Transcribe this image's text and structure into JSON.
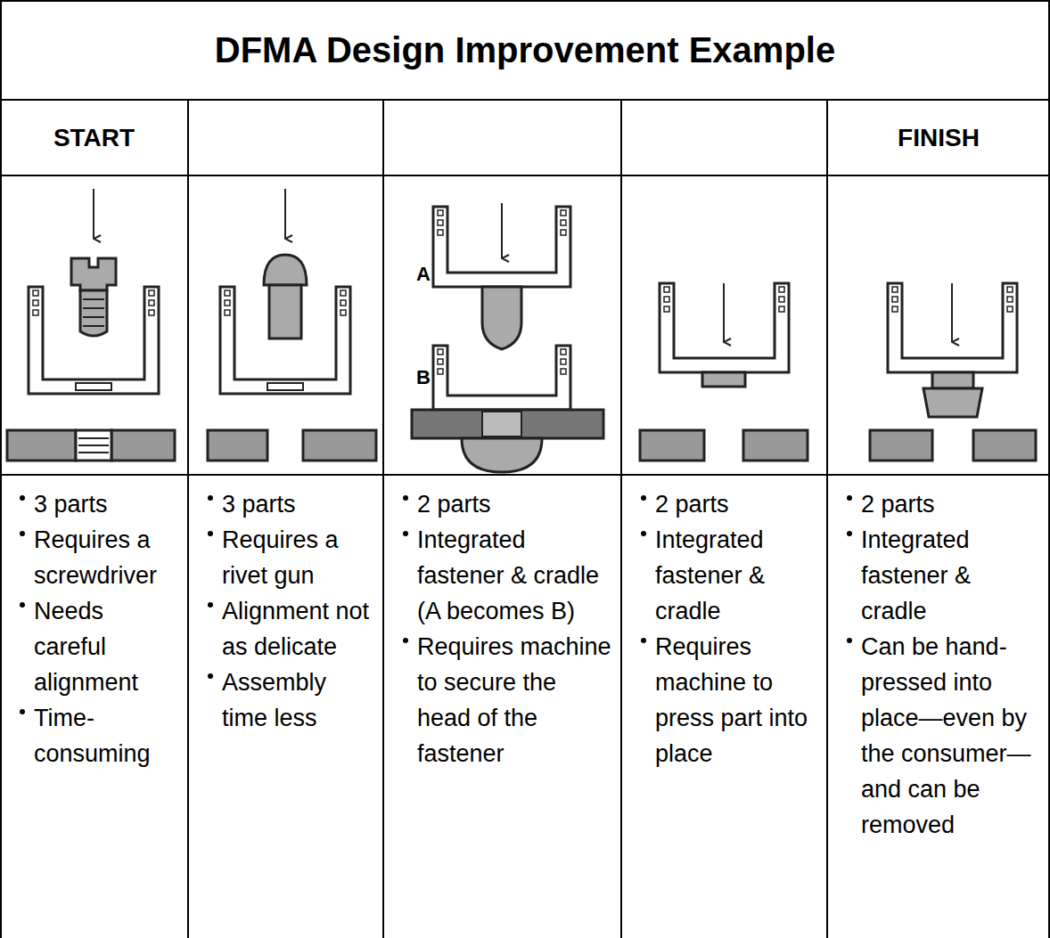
{
  "diagram": {
    "title": "DFMA Design Improvement Example",
    "labels": [
      "START",
      "FINISH",
      "A",
      "B",
      "3 parts",
      "Requires a screwdriver",
      "Needs careful alignment",
      "Time-consuming",
      "3 parts",
      "Requires a rivet gun",
      "Alignment not as delicate",
      "Assembly time less",
      "2 parts",
      "Integrated fastener & cradle (A becomes B)",
      "Requires machine to secure the head of the fastener",
      "2 parts",
      "Integrated fastener & cradle",
      "Requires machine to press part into place",
      "2 parts",
      "Integrated fastener & cradle",
      "Can be hand-pressed into place—even by the consumer—and can be removed"
    ]
  }
}
